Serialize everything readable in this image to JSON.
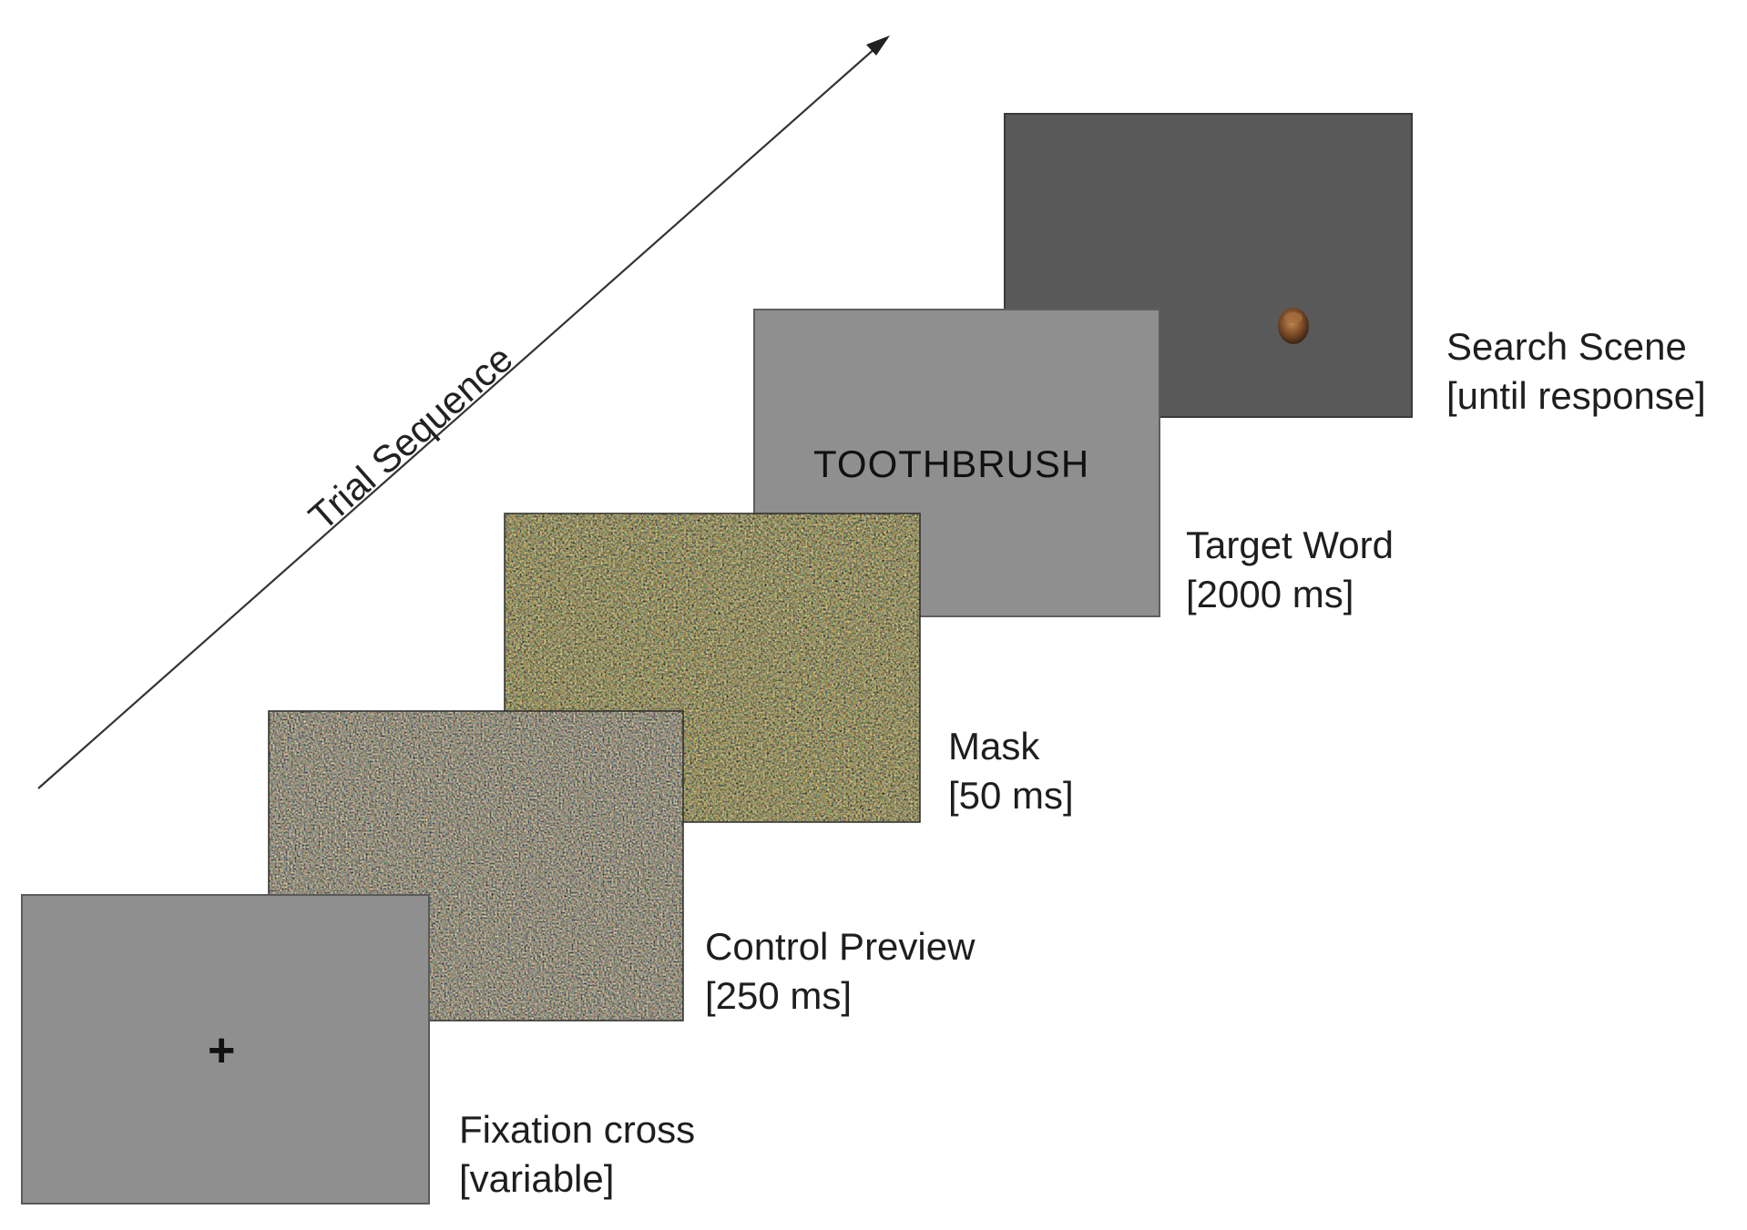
{
  "axis": {
    "label": "Trial Sequence"
  },
  "stages": [
    {
      "id": "search",
      "name": "Search Scene",
      "duration": "[until response]",
      "screen_color": "#595959"
    },
    {
      "id": "target",
      "name": "Target Word",
      "duration": "[2000 ms]",
      "screen_text": "TOOTHBRUSH",
      "screen_color": "#8f8f8f"
    },
    {
      "id": "mask",
      "name": "Mask",
      "duration": "[50 ms]",
      "screen_color": "#3b3630"
    },
    {
      "id": "preview",
      "name": "Control Preview",
      "duration": "[250 ms]",
      "screen_color": "#3b3630"
    },
    {
      "id": "fixation",
      "name": "Fixation cross",
      "duration": "[variable]",
      "screen_text": "+",
      "screen_color": "#8f8f8f"
    }
  ]
}
